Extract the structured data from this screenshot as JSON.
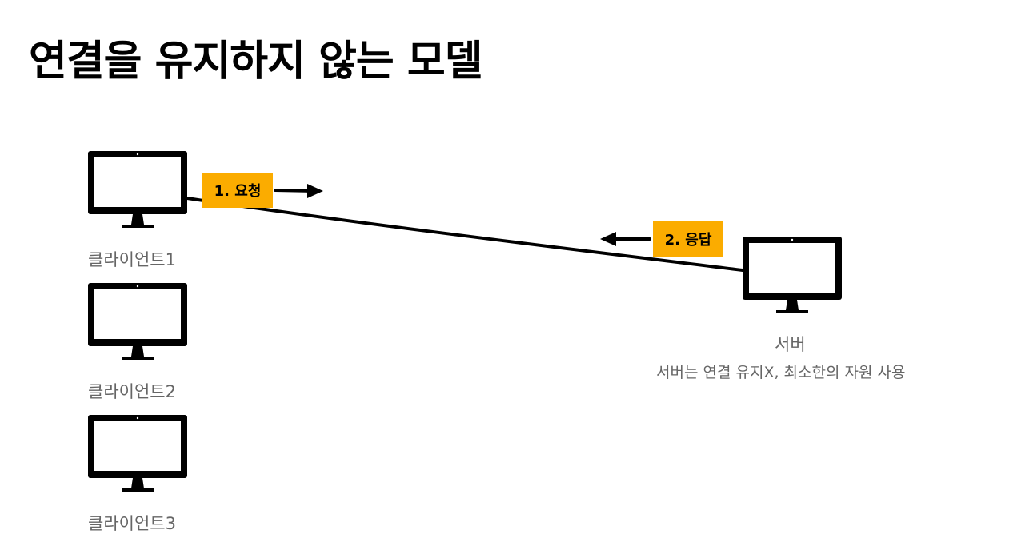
{
  "title": "연결을 유지하지 않는 모델",
  "clients": [
    {
      "label": "클라이언트1"
    },
    {
      "label": "클라이언트2"
    },
    {
      "label": "클라이언트3"
    }
  ],
  "server": {
    "label": "서버",
    "note": "서버는 연결 유지X, 최소한의 자원 사용"
  },
  "steps": {
    "request": "1. 요청",
    "response": "2. 응답"
  },
  "colors": {
    "badge": "#fbac00",
    "monitor": "#000000",
    "label": "#666666"
  }
}
